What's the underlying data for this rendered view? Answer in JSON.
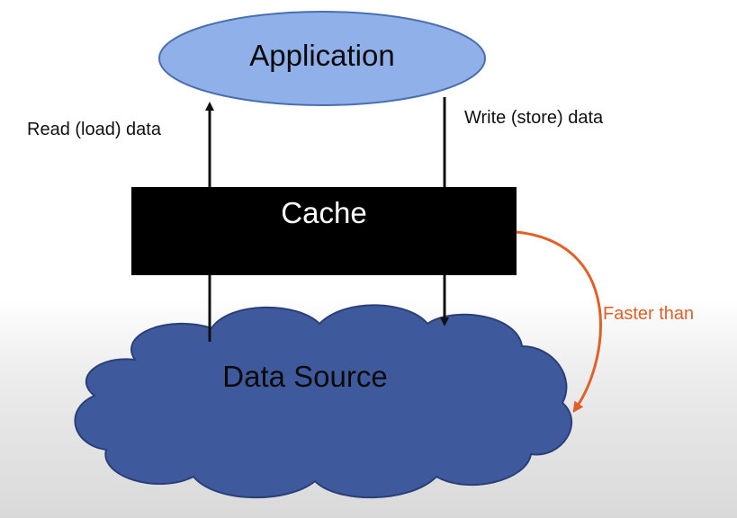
{
  "nodes": {
    "application": "Application",
    "cache": "Cache",
    "data_source": "Data Source"
  },
  "edges": {
    "read": "Read (load) data",
    "write": "Write (store) data",
    "faster": "Faster than"
  },
  "colors": {
    "application_fill": "#8fb0e8",
    "application_stroke": "#4a6fb0",
    "cache_fill": "#000000",
    "cloud_fill": "#3f5a9c",
    "cloud_stroke": "#2a3f78",
    "faster_arrow": "#e0602a",
    "arrow": "#111111"
  }
}
